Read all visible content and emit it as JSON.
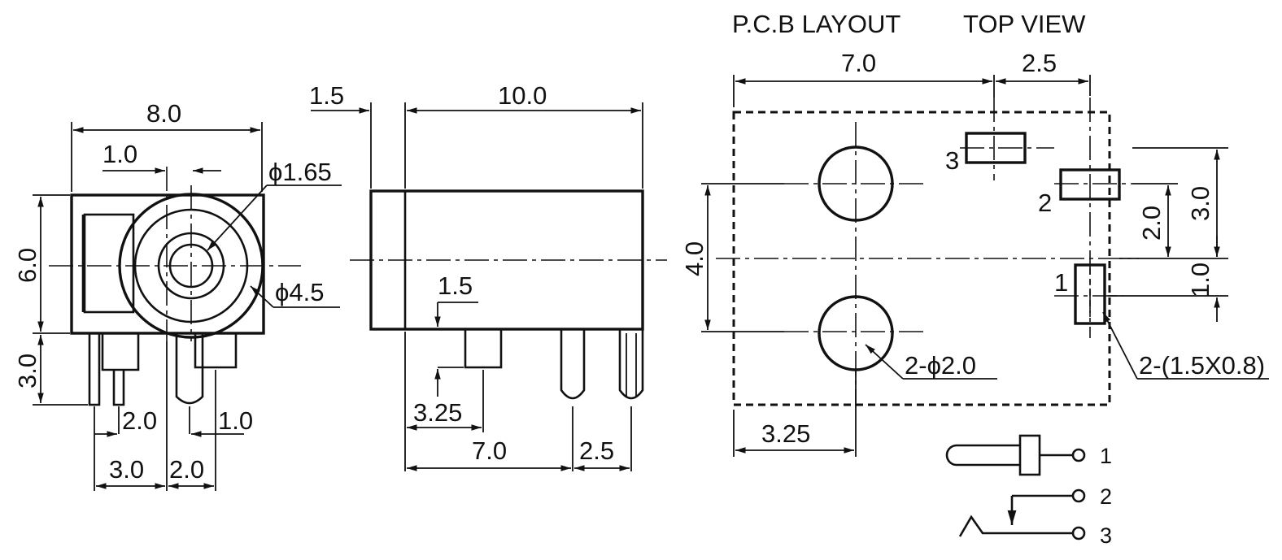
{
  "titles": {
    "pcb_layout": "P.C.B LAYOUT",
    "top_view": "TOP VIEW"
  },
  "front_view": {
    "width": "8.0",
    "offset": "1.0",
    "pin_hole": "ϕ1.65",
    "body_diameter": "ϕ4.5",
    "height": "6.0",
    "pin_length": "3.0",
    "pitch_a": "2.0",
    "pitch_b": "1.0",
    "bottom_a": "3.0",
    "bottom_b": "2.0"
  },
  "side_view": {
    "nose": "1.5",
    "length": "10.0",
    "pin_offset": "1.5",
    "first_pin": "3.25",
    "pin_span": "7.0",
    "last_pitch": "2.5"
  },
  "pcb_view": {
    "span_main": "7.0",
    "span_right": "2.5",
    "vertical_span": "4.0",
    "pad_3_to_1": "3.0",
    "pad_2_to_axis": "2.0",
    "pad_1_offset": "1.0",
    "hole_spec": "2-ϕ2.0",
    "pad_spec": "2-(1.5X0.8)",
    "hole_offset": "3.25",
    "pad_labels": [
      "3",
      "2",
      "1"
    ]
  },
  "schematic": {
    "pins": [
      "1",
      "2",
      "3"
    ]
  }
}
